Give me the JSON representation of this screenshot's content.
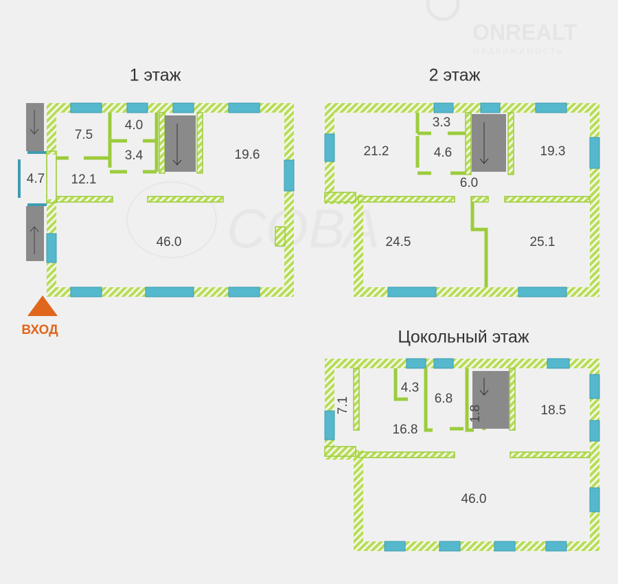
{
  "watermark": {
    "brand": "ONREALT",
    "subtitle": "НЕДВИЖИМОСТЬ",
    "center_logo": "СОВА"
  },
  "floor1": {
    "title": "1 этаж",
    "rooms": [
      "7.5",
      "4.0",
      "3.4",
      "19.6",
      "4.7",
      "12.1",
      "46.0"
    ],
    "entrance": "ВХОД"
  },
  "floor2": {
    "title": "2 этаж",
    "rooms": [
      "21.2",
      "3.3",
      "4.6",
      "6.0",
      "19.3",
      "24.5",
      "25.1"
    ]
  },
  "basement": {
    "title": "Цокольный этаж",
    "rooms": [
      "7.1",
      "4.3",
      "6.8",
      "1.8",
      "16.8",
      "18.5",
      "46.0"
    ]
  },
  "colors": {
    "wall": "#9ccc3c",
    "window": "#55b8cc",
    "entrance": "#e0661c",
    "stairs": "#8a8a8a"
  }
}
